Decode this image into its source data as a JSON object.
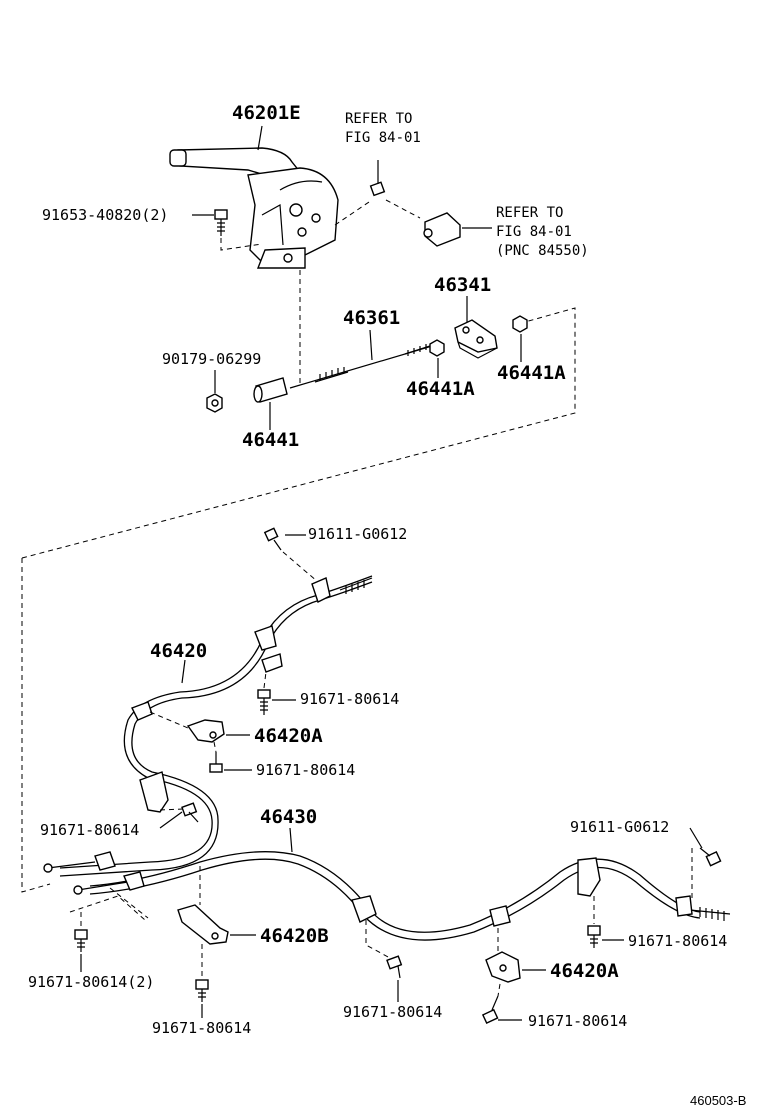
{
  "diagram": {
    "labels": {
      "lever": "46201E",
      "refer1_line1": "REFER TO",
      "refer1_line2": "FIG 84-01",
      "refer2_line1": "REFER TO",
      "refer2_line2": "FIG 84-01",
      "refer2_line3": "(PNC 84550)",
      "bolt_91653": "91653-40820(2)",
      "nut_90179": "90179-06299",
      "rod_46361": "46361",
      "equalizer_46341": "46341",
      "nut_46441A_left": "46441A",
      "nut_46441A_right": "46441A",
      "nut_46441": "46441",
      "bolt_91611_top": "91611-G0612",
      "cable_46420": "46420",
      "bolt_91671_a": "91671-80614",
      "clamp_46420A_top": "46420A",
      "bolt_91671_b": "91671-80614",
      "bolt_91671_c": "91671-80614",
      "cable_46430": "46430",
      "bolt_91611_right": "91611-G0612",
      "clamp_46420B": "46420B",
      "bolt_91671_d": "91671-80614",
      "bolt_91671_e": "91671-80614(2)",
      "bolt_91671_f": "91671-80614",
      "bolt_91671_g": "91671-80614",
      "clamp_46420A_bottom": "46420A",
      "bolt_91671_h": "91671-80614",
      "figure_id": "460503-B"
    }
  }
}
